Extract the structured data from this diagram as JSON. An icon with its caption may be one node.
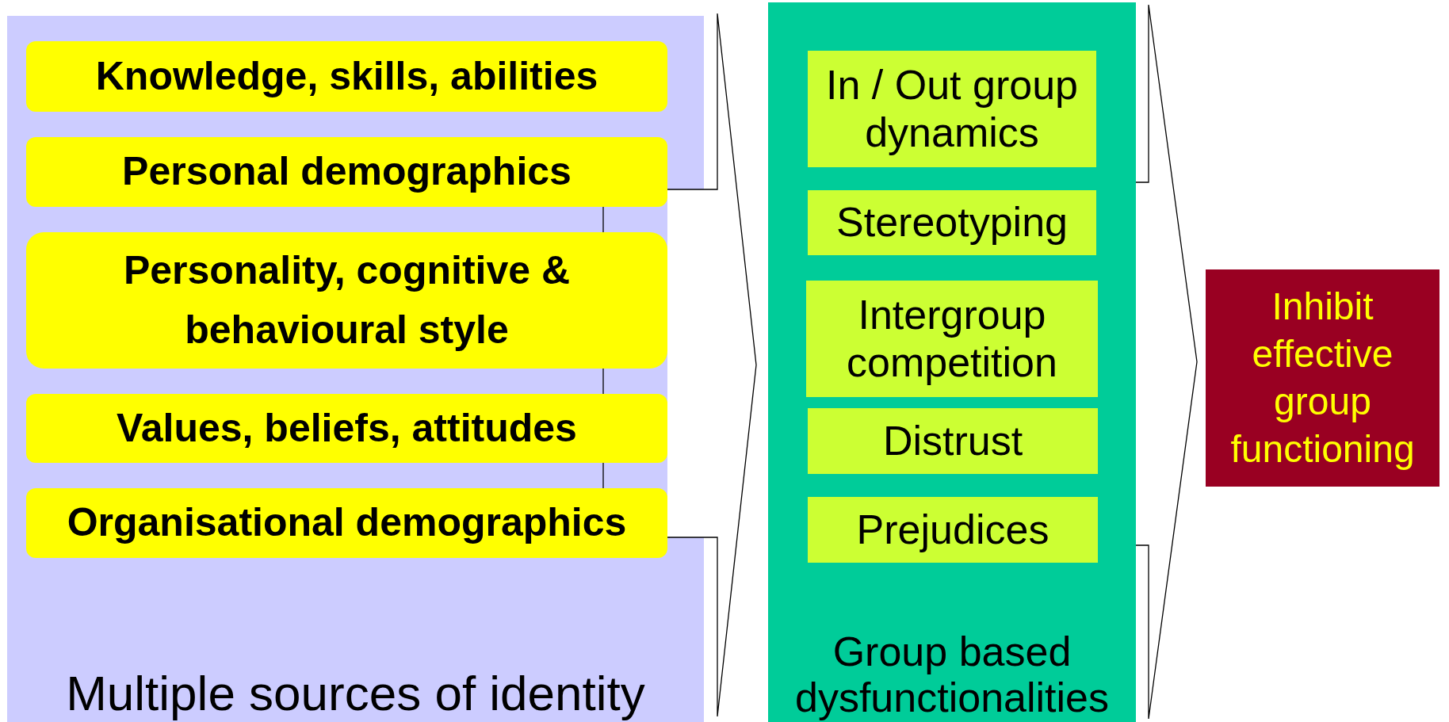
{
  "diagram": {
    "nodes": [
      {
        "text": [
          "Multiple sources of identity"
        ]
      },
      {
        "text": [
          "Knowledge, skills, abilities"
        ],
        "in": 0
      },
      {
        "text": [
          "Personal demographics"
        ],
        "in": 0
      },
      {
        "text": [
          "Personality, cognitive & behavioural style"
        ],
        "in": 0
      },
      {
        "text": [
          "Values, beliefs, attitudes"
        ],
        "in": 0
      },
      {
        "text": [
          "Organisational demographics"
        ],
        "in": 0
      },
      {
        "text": [
          "Group based dysfunctionalities"
        ]
      },
      {
        "text": [
          "In / Out group dynamics"
        ],
        "in": 6
      },
      {
        "text": [
          "Stereotyping"
        ],
        "in": 6
      },
      {
        "text": [
          "Intergroup competition"
        ],
        "in": 6
      },
      {
        "text": [
          "Distrust"
        ],
        "in": 6
      },
      {
        "text": [
          "Prejudices"
        ],
        "in": 6
      },
      {
        "text": [
          "Inhibit effective group functioning"
        ]
      }
    ],
    "edges": [
      {
        "from": 0,
        "to": 6,
        "arrow": "to"
      },
      {
        "from": 6,
        "to": 12,
        "arrow": "to"
      },
      {
        "from": 2,
        "to": 3,
        "arrow": "none"
      },
      {
        "from": 3,
        "to": 4,
        "arrow": "none"
      },
      {
        "from": 4,
        "to": 5,
        "arrow": "none"
      }
    ]
  }
}
